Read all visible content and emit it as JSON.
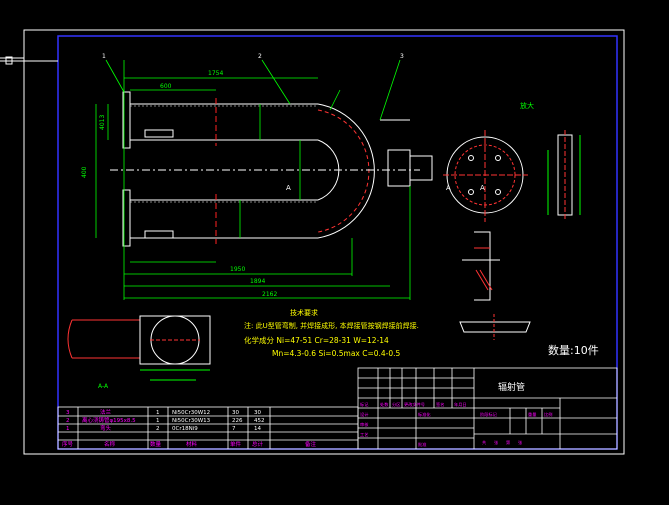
{
  "notes": {
    "heading": "技术要求",
    "line1": "注: 此U型管弯制, 并焊接成形, 本焊接管按钢焊接前焊接.",
    "line2": "化学成分 Ni=47-51     Cr=28-31     W=12-14",
    "line3": "Mn=4.3-0.6   Si=0.5max   C=0.4-0.5"
  },
  "quantity": "数量:10件",
  "section_label": "A-A",
  "view_label": "放大",
  "top_dims": [
    "1754",
    "600"
  ],
  "left_dims": [
    "400",
    "4013"
  ],
  "bottom_dims": [
    "1950",
    "1894",
    "2162"
  ],
  "part_numbers": [
    "1",
    "2",
    "3"
  ],
  "title_block": {
    "title": "辐射管",
    "cells": [
      "标记",
      "处数",
      "分区",
      "更改文件号",
      "签名",
      "年月日",
      "设计",
      "标准化",
      "审核",
      "工艺",
      "批准",
      "阶段标记",
      "重量",
      "比例",
      "共",
      "张",
      "第",
      "张"
    ]
  },
  "bom": {
    "rows": [
      {
        "no": "3",
        "name": "法兰",
        "qty": "1",
        "material": "Ni50Cr30W12",
        "w1": "30",
        "w2": "30"
      },
      {
        "no": "2",
        "name": "离心浇铸管φ195x8.5",
        "qty": "1",
        "material": "Ni50Cr30W13",
        "w1": "226",
        "w2": "452"
      },
      {
        "no": "1",
        "name": "弯头",
        "qty": "2",
        "material": "0Cr18Ni9",
        "w1": "7",
        "w2": "14"
      }
    ],
    "header": [
      "序号",
      "名称",
      "数量",
      "材料",
      "单件",
      "总计",
      "备注"
    ]
  },
  "labels": {
    "A_left": "A",
    "A_right": "A",
    "A_mid": "A"
  },
  "colors": {
    "frame": "#ffffff",
    "border": "#0000ff",
    "part": "#ffffff",
    "dim": "#00ff00",
    "note": "#ffff00",
    "centerline": "#ff0000",
    "magenta": "#ff00ff",
    "cyan": "#00ffff"
  }
}
